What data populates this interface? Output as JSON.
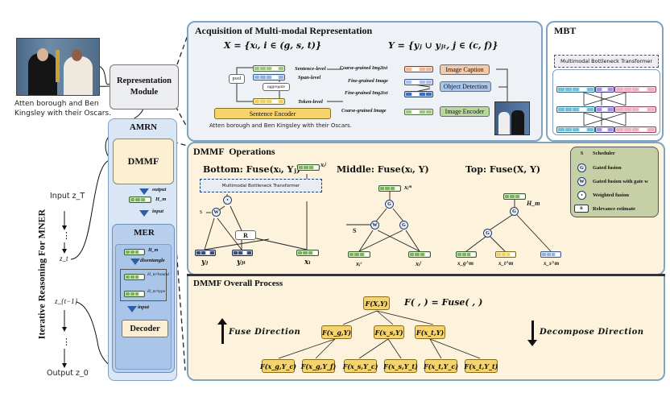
{
  "left": {
    "caption": "Atten borough and Ben Kingsley with their Oscars.",
    "vertical_title": "Iterative Reasoning For MNER",
    "input_label": "Input z_T",
    "z_t_label": "z_t",
    "z_t1_label": "z_{t−1}",
    "output_label": "Output z_0",
    "dots": "⋮"
  },
  "representation_module": {
    "label_line1": "Representation",
    "label_line2": "Module"
  },
  "amrn": {
    "title": "AMRN",
    "dmmf_label": "DMMF",
    "output_label": "output",
    "hm_label": "H_m",
    "input_label": "input",
    "mer": {
      "title": "MER",
      "hm_label": "H_m",
      "disentangle_label": "disentangle",
      "hm_bound_label": "H_m^bound",
      "hm_type_label": "H_m^type",
      "input_label": "input",
      "decoder_label": "Decoder"
    }
  },
  "acquisition": {
    "title": "Acquisition of Multi-modal Representation",
    "x_formula": "X = {xᵢ, i ∈ (g, s, t)}",
    "y_formula": "Y = {yⱼ ∪ yⱼₜ, j ∈ (c, f)}",
    "text_side": {
      "sentence_level": "Sentence-level",
      "span_level": "Span-level",
      "token_level": "Token-level",
      "pool": "pool",
      "aggregate": "aggregate",
      "encoder": "Sentence Encoder",
      "sentence": "Atten borough and Ben Kingsley with their Oscars."
    },
    "image_side": {
      "coarse_img2txt": "Coarse-grained Img2txt",
      "fine_image": "Fine-grained Image",
      "fine_img2txt": "Fine-grained Img2txt",
      "coarse_image": "Coarse-grained Image",
      "image_caption": "Image Caption",
      "object_detection": "Object Detection",
      "image_encoder": "Image Encoder"
    }
  },
  "mbt": {
    "title": "MBT",
    "subtitle": "Multimodal Bottleneck Transformer"
  },
  "dmmf_ops": {
    "title": "DMMF  Operations",
    "bottom": {
      "heading": "Bottom: Fuse(xᵢ, Yⱼ)",
      "mbt_label": "Multimodal Bottleneck Transformer",
      "s_label": "s",
      "r_label": "R",
      "w_label": "W",
      "plus_label": "•",
      "yj": "yⱼ",
      "yjt": "yⱼₜ",
      "xi": "xᵢ",
      "out": "xᵢʲ"
    },
    "middle": {
      "heading": "Middle: Fuse(xᵢ, Y)",
      "s_label": "S",
      "w_label": "W",
      "g_label": "G",
      "in_left": "xᵢᶜ",
      "in_right": "xᵢᶠ",
      "out": "xᵢᵐ"
    },
    "top": {
      "heading": "Top: Fuse(X, Y)",
      "g_label": "G",
      "in1": "x_g^m",
      "in2": "x_t^m",
      "in3": "x_s^m",
      "out": "H_m"
    },
    "legend": [
      {
        "symbol": "S",
        "label": "Scheduler"
      },
      {
        "symbol": "G",
        "label": "Gated fusion"
      },
      {
        "symbol": "W",
        "label": "Gated fusion with gate w"
      },
      {
        "symbol": "•",
        "label": "Weighted fusion"
      },
      {
        "symbol": "R",
        "label": "Relevance estimate"
      }
    ]
  },
  "overall": {
    "title": "DMMF Overall Process",
    "definition": "F( , ) = Fuse( , )",
    "fuse_direction": "Fuse Direction",
    "decompose_direction": "Decompose Direction",
    "root": "F(X,Y)",
    "level1": [
      "F(x_g,Y)",
      "F(x_s,Y)",
      "F(x_t,Y)"
    ],
    "level2": [
      "F(x_g,Y_c)",
      "F(x_g,Y_f)",
      "F(x_s,Y_c)",
      "F(x_s,Y_t)",
      "F(x_t,Y_c)",
      "F(x_t,Y_t)"
    ]
  },
  "colors": {
    "panel_border": "#7fa3c2",
    "acq_bg": "#eef1f5",
    "dmmf_bg": "#fdf3dc",
    "amrn_bg": "#d9e6f5",
    "mer_bg": "#b8d0ee",
    "node_fill": "#f6d36b",
    "legend_bg": "#c7cfa6"
  }
}
